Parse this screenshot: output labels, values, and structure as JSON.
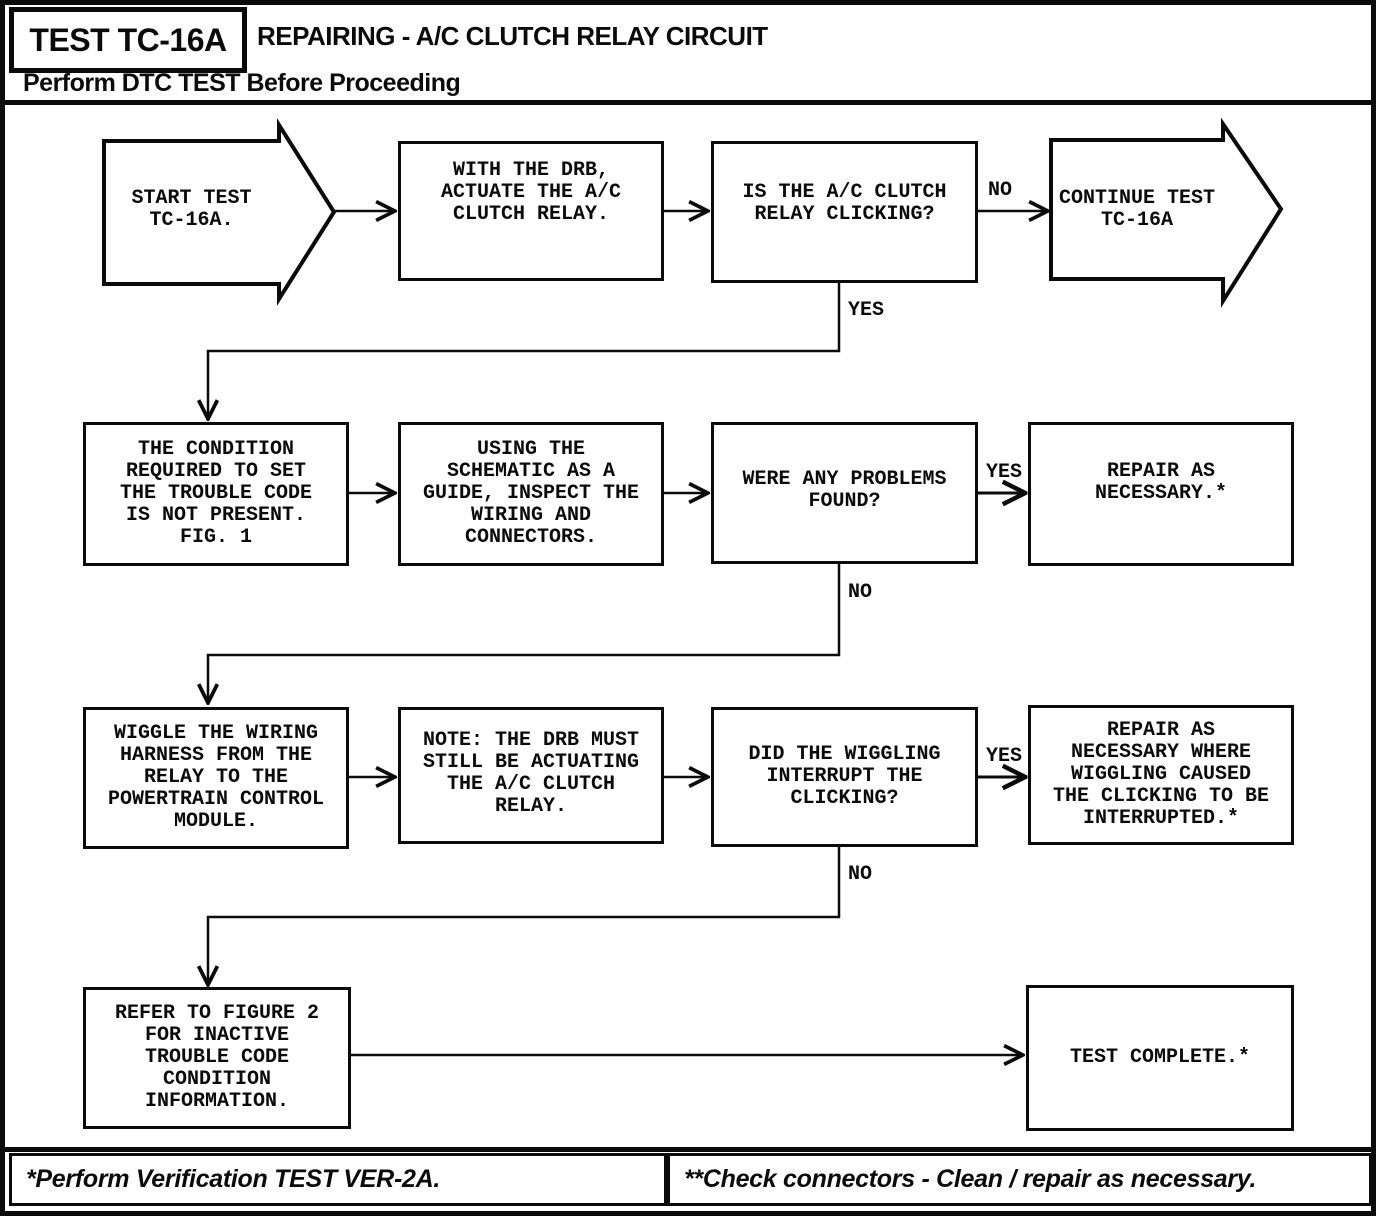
{
  "header": {
    "test_id": "TEST TC-16A",
    "title": "REPAIRING - A/C CLUTCH RELAY CIRCUIT",
    "subtitle": "Perform DTC TEST Before Proceeding"
  },
  "flowchart": {
    "nodes": {
      "start": "START TEST\nTC-16A.",
      "actuate_relay": "WITH THE DRB,\nACTUATE THE A/C\nCLUTCH RELAY.",
      "relay_clicking": "IS THE A/C CLUTCH\nRELAY CLICKING?",
      "continue_test": "CONTINUE TEST\nTC-16A",
      "condition_not_present": "THE CONDITION\nREQUIRED TO SET\nTHE TROUBLE CODE\nIS NOT PRESENT.\nFIG. 1",
      "inspect_wiring": "USING THE\nSCHEMATIC AS A\nGUIDE, INSPECT THE\nWIRING AND\nCONNECTORS.",
      "problems_found": "WERE ANY PROBLEMS\nFOUND?",
      "repair_as_necessary": "REPAIR AS\nNECESSARY.*",
      "wiggle_harness": "WIGGLE THE WIRING\nHARNESS FROM THE\nRELAY TO THE\nPOWERTRAIN CONTROL\nMODULE.",
      "note_label": "NOTE:",
      "note_text": " THE DRB MUST\nSTILL BE ACTUATING\nTHE A/C CLUTCH\nRELAY.",
      "wiggling_interrupt": "DID THE WIGGLING\nINTERRUPT THE\nCLICKING?",
      "repair_where_wiggling": "REPAIR AS\nNECESSARY WHERE\nWIGGLING CAUSED\nTHE CLICKING TO BE\nINTERRUPTED.*",
      "refer_figure2": "REFER TO FIGURE 2\nFOR INACTIVE\nTROUBLE CODE\nCONDITION\nINFORMATION.",
      "test_complete": "TEST COMPLETE.*"
    },
    "labels": {
      "no_clicking": "NO",
      "yes_clicking": "YES",
      "yes_problems": "YES",
      "no_problems": "NO",
      "yes_wiggling": "YES",
      "no_wiggling": "NO"
    }
  },
  "footer": {
    "left_note": "*Perform Verification TEST VER-2A.",
    "right_note": "**Check connectors - Clean / repair as necessary."
  }
}
